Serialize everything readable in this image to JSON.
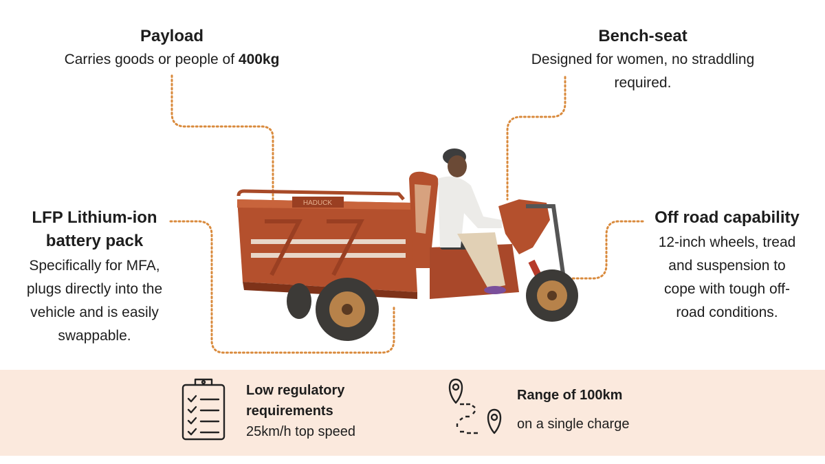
{
  "colors": {
    "callout_line": "#d98a3c",
    "vehicle_body": "#b4502d",
    "band_bg": "#fbe9dd"
  },
  "features": {
    "payload": {
      "title": "Payload",
      "desc_text": "Carries goods or people of",
      "desc_strong": "400kg"
    },
    "bench_seat": {
      "title": "Bench-seat",
      "desc_line1": "Designed for women, no straddling",
      "desc_line2": "required."
    },
    "battery": {
      "title_line1": "LFP Lithium-ion",
      "title_line2": "battery pack",
      "desc_line1": "Specifically for MFA,",
      "desc_line2": "plugs directly into the",
      "desc_line3": "vehicle and is easily",
      "desc_line4": "swappable."
    },
    "off_road": {
      "title": "Off road capability",
      "desc_line1": "12-inch wheels, tread",
      "desc_line2": "and suspension to",
      "desc_line3": "cope with tough off-",
      "desc_line4": "road conditions."
    }
  },
  "bottom_band": {
    "regulatory": {
      "icon": "clipboard-checklist-icon",
      "title_line1": "Low regulatory",
      "title_line2": "requirements",
      "desc": "25km/h top speed"
    },
    "range": {
      "icon": "route-map-pin-icon",
      "title": "Range of 100km",
      "desc": "on a single charge"
    }
  },
  "vehicle": {
    "brand_label": "HADUCK"
  }
}
